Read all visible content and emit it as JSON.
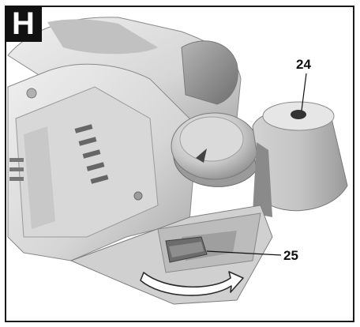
{
  "figure": {
    "panel_label": "H",
    "callouts": [
      {
        "number": "24",
        "target": "dust-extraction-outlet"
      },
      {
        "number": "25",
        "target": "outlet-lever"
      }
    ],
    "colors": {
      "frame": "#1a1a1a",
      "body_light": "#e4e4e4",
      "body_mid": "#c9c9c9",
      "body_dark": "#8d8d8d",
      "shadow": "#5e5e5e",
      "arrow_fill": "#ffffff",
      "arrow_stroke": "#2a2a2a"
    }
  }
}
